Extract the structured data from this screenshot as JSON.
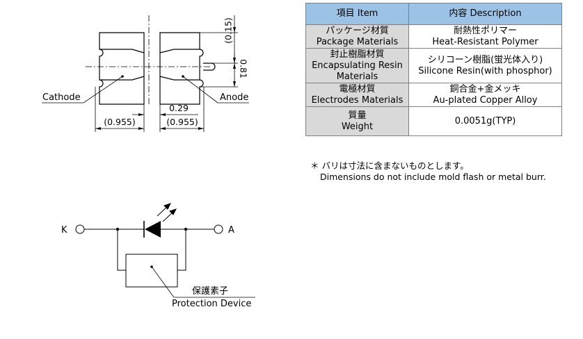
{
  "dimensions": {
    "top": "(0.15)",
    "height": "0.81",
    "gap": "0.29",
    "left_width": "(0.955)",
    "right_width": "(0.955)",
    "cathode_label": "Cathode",
    "anode_label": "Anode"
  },
  "table": {
    "header": {
      "item": "項目 Item",
      "description": "内容 Description"
    },
    "rows": [
      {
        "item_jp": "パッケージ材質",
        "item_en": "Package Materials",
        "desc_jp": "耐熱性ポリマー",
        "desc_en": "Heat-Resistant Polymer"
      },
      {
        "item_jp": "封止樹脂材質",
        "item_en": "Encapsulating Resin",
        "item_en2": "Materials",
        "desc_jp": "シリコーン樹脂(蛍光体入り)",
        "desc_en": "Silicone Resin(with phosphor)"
      },
      {
        "item_jp": "電極材質",
        "item_en": "Electrodes Materials",
        "desc_jp": "銅合金+金メッキ",
        "desc_en": "Au-plated Copper Alloy"
      },
      {
        "item_jp": "質量",
        "item_en": "Weight",
        "desc": "0.0051g(TYP)"
      }
    ]
  },
  "note": {
    "jp": "＊ バリは寸法に含まないものとします。",
    "en": "Dimensions do not include mold flash or metal burr."
  },
  "circuit": {
    "k_label": "K",
    "a_label": "A",
    "protection_jp": "保護素子",
    "protection_en": "Protection Device"
  }
}
